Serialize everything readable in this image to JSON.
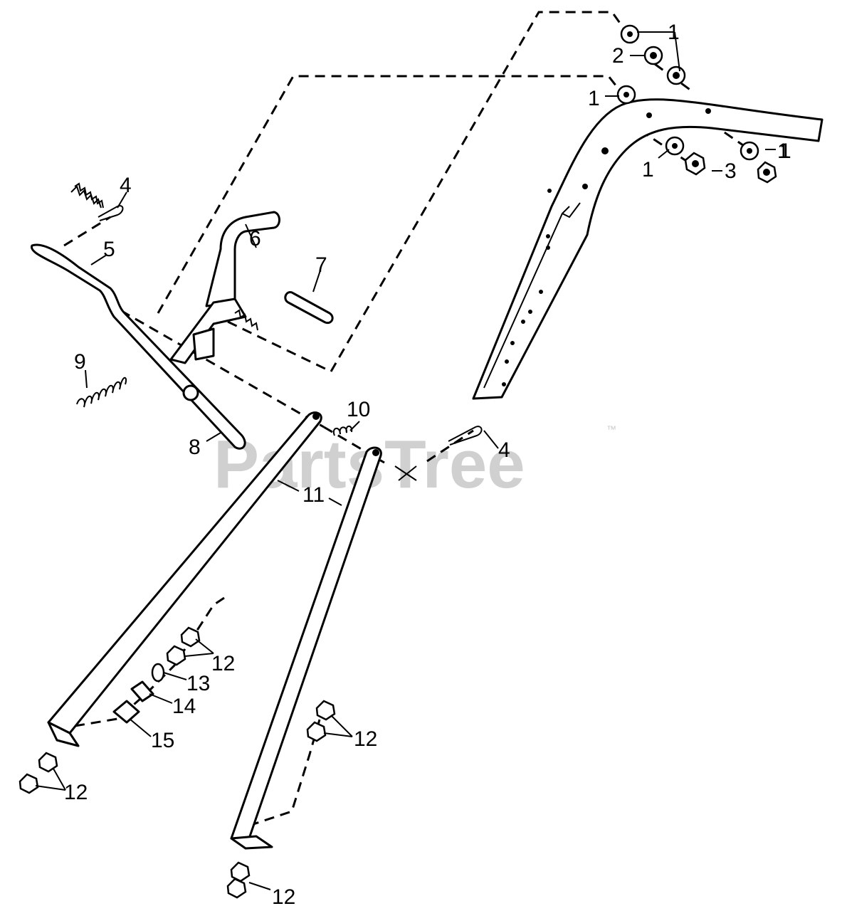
{
  "watermark": {
    "brand": "PartsTree",
    "trademark": "™"
  },
  "callouts": [
    "1",
    "2",
    "1",
    "1",
    "1",
    "3",
    "1",
    "4",
    "5",
    "6",
    "7",
    "9",
    "8",
    "10",
    "4",
    "11",
    "12",
    "13",
    "14",
    "15",
    "12",
    "12",
    "12"
  ]
}
